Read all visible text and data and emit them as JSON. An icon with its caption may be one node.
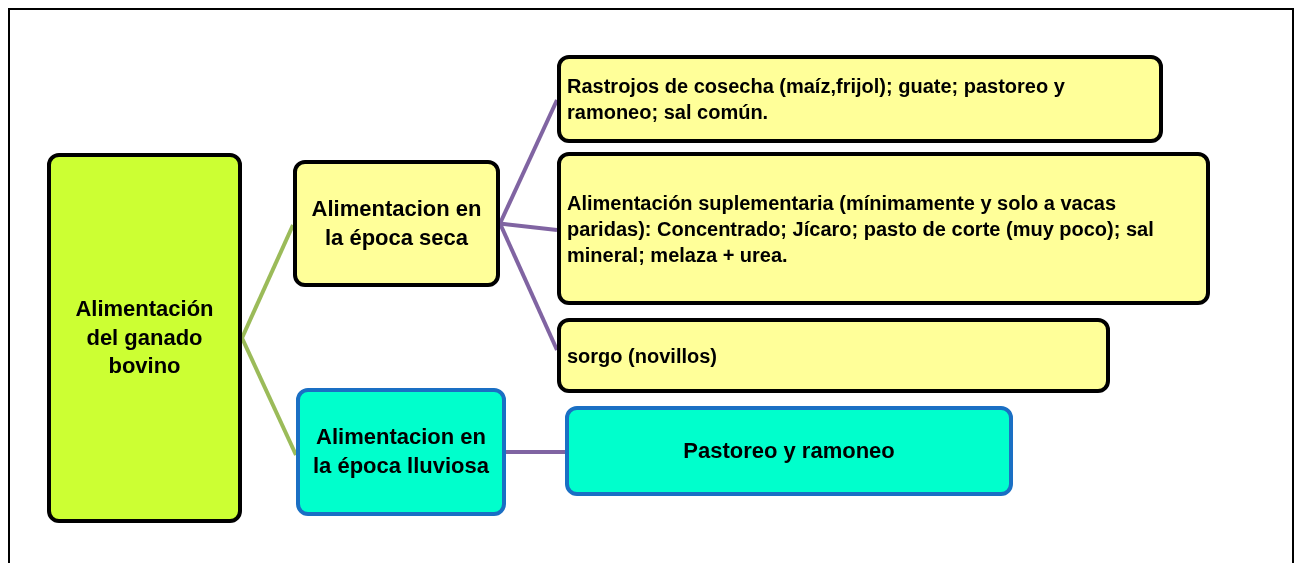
{
  "diagram": {
    "nodes": [
      {
        "text": [
          "Alimentación del ganado bovino"
        ]
      },
      {
        "text": [
          "Alimentacion en la época seca"
        ]
      },
      {
        "text": [
          "Alimentacion en la época lluviosa"
        ]
      },
      {
        "text": [
          "Rastrojos de cosecha (maíz,frijol); guate; pastoreo y ramoneo; sal común."
        ]
      },
      {
        "text": [
          "Alimentación suplementaria (mínimamente y solo a vacas paridas): Concentrado; Jícaro; pasto de corte (muy poco);  sal mineral; melaza + urea."
        ]
      },
      {
        "text": [
          "sorgo (novillos)"
        ]
      },
      {
        "text": [
          "Pastoreo y ramoneo"
        ]
      }
    ],
    "edges": [
      {
        "from": 0,
        "to": 1,
        "arrow": "none",
        "color": "#9bbb59"
      },
      {
        "from": 0,
        "to": 2,
        "arrow": "none",
        "color": "#9bbb59"
      },
      {
        "from": 1,
        "to": 3,
        "arrow": "none"
      },
      {
        "from": 1,
        "to": 4,
        "arrow": "none"
      },
      {
        "from": 1,
        "to": 5,
        "arrow": "none"
      },
      {
        "from": 2,
        "to": 6,
        "arrow": "none"
      }
    ]
  }
}
